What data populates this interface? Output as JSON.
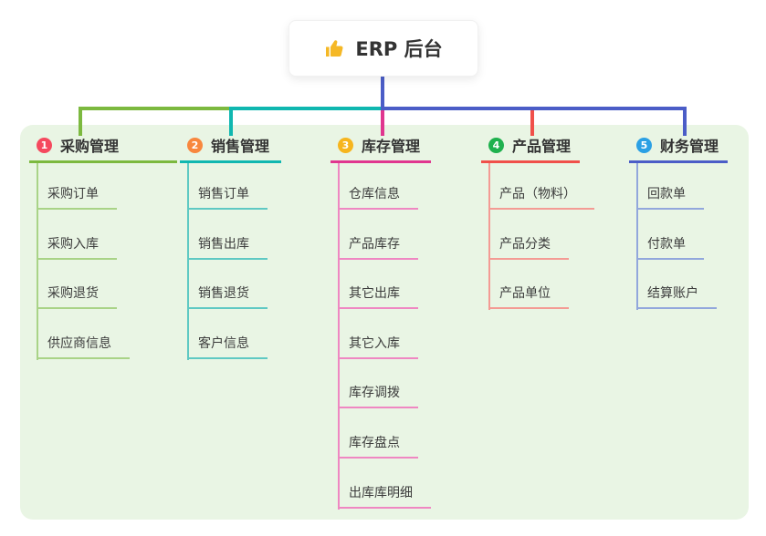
{
  "root": {
    "title": "ERP 后台",
    "icon": "thumbs-up"
  },
  "branches": [
    {
      "number": "1",
      "label": "采购管理",
      "badge_color": "#f5495e",
      "line_color": "#7cb93f",
      "line_light": "#a9d387",
      "children": [
        "采购订单",
        "采购入库",
        "采购退货",
        "供应商信息"
      ]
    },
    {
      "number": "2",
      "label": "销售管理",
      "badge_color": "#f8873e",
      "line_color": "#10b7b0",
      "line_light": "#5fc9c3",
      "children": [
        "销售订单",
        "销售出库",
        "销售退货",
        "客户信息"
      ]
    },
    {
      "number": "3",
      "label": "库存管理",
      "badge_color": "#f6b51e",
      "line_color": "#e0368f",
      "line_light": "#ef87c2",
      "children": [
        "仓库信息",
        "产品库存",
        "其它出库",
        "其它入库",
        "库存调拨",
        "库存盘点",
        "出库库明细"
      ]
    },
    {
      "number": "4",
      "label": "产品管理",
      "badge_color": "#1fb14e",
      "line_color": "#f0504a",
      "line_light": "#f49b94",
      "children": [
        "产品（物料）",
        "产品分类",
        "产品单位"
      ]
    },
    {
      "number": "5",
      "label": "财务管理",
      "badge_color": "#2ba0e4",
      "line_color": "#4b5dc7",
      "line_light": "#92a7dc",
      "children": [
        "回款单",
        "付款单",
        "结算账户"
      ]
    }
  ],
  "colors": {
    "canvas_bg": "#ffffff",
    "panel_bg": "#e9f5e4",
    "root_connector": "#4b5dc7",
    "thumb_icon": "#f5b826",
    "heading_text": "#333333",
    "item_text": "#3c3c3c",
    "badge_text": "#ffffff"
  }
}
